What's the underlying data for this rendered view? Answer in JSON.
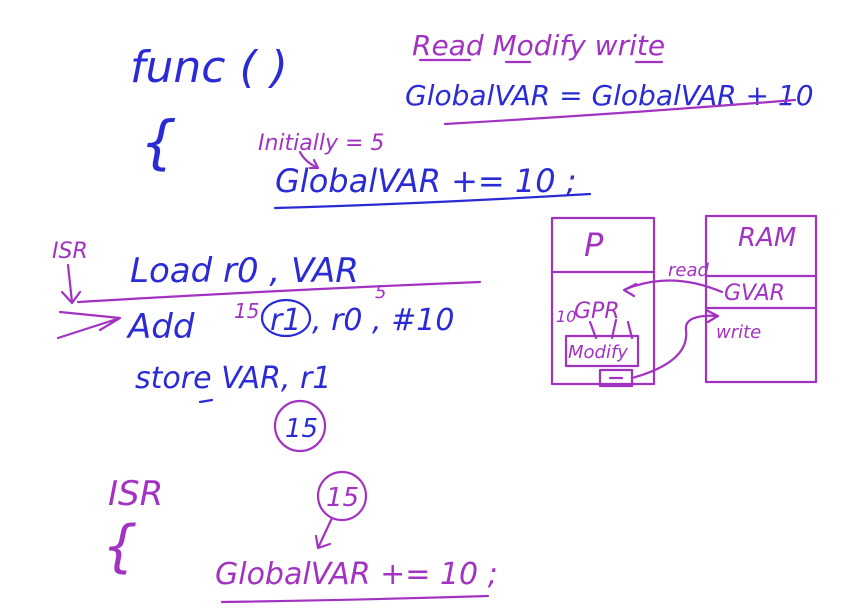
{
  "colors": {
    "blue_ink": "#2b2bd6",
    "purple_ink": "#a233c2",
    "background": "#ffffff"
  },
  "code": {
    "func_header": "func ( )",
    "func_open_brace": "{",
    "initially_note": "Initially = 5",
    "global_increment": "GlobalVAR += 10 ;"
  },
  "rmw": {
    "title": "Read Modify write",
    "expansion": "GlobalVAR = GlobalVAR + 10"
  },
  "assembly": {
    "isr_marker": "ISR",
    "load_line": "Load  r0 , VAR",
    "add_op": "Add",
    "add_value": "15",
    "add_reg": "r1",
    "add_operands": ", r0 , #10",
    "r0_value": "5",
    "store_line": "store   VAR, r1",
    "result_value": "15"
  },
  "isr_block": {
    "label": "ISR",
    "brace": "{",
    "circled_value": "15",
    "statement": "GlobalVAR += 10 ;"
  },
  "diagram": {
    "processor_label": "P",
    "gpr_label": "GPR",
    "gpr_value": "10",
    "modify_label": "Modify",
    "ram_label": "RAM",
    "ram_var": "GVAR",
    "read_label": "read",
    "write_label": "write"
  }
}
